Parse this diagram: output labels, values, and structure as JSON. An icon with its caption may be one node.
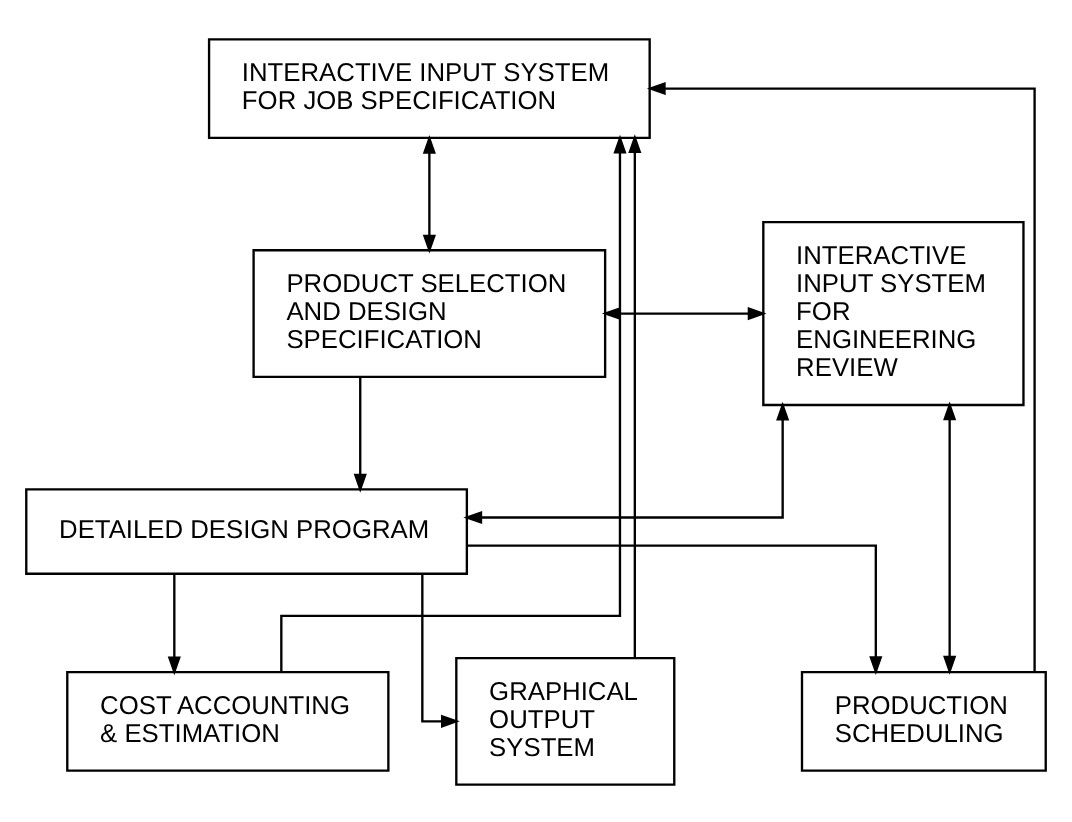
{
  "diagram": {
    "nodes": [
      {
        "text": [
          "INTERACTIVE INPUT SYSTEM FOR JOB SPECIFICATION"
        ]
      },
      {
        "text": [
          "PRODUCT SELECTION AND DESIGN SPECIFICATION"
        ]
      },
      {
        "text": [
          "INTERACTIVE INPUT SYSTEM FOR ENGINEERING REVIEW"
        ]
      },
      {
        "text": [
          "DETAILED DESIGN PROGRAM"
        ]
      },
      {
        "text": [
          "COST ACCOUNTING & ESTIMATION"
        ]
      },
      {
        "text": [
          "GRAPHICAL OUTPUT SYSTEM"
        ]
      },
      {
        "text": [
          "PRODUCTION SCHEDULING"
        ]
      }
    ],
    "edges": [
      {
        "from": 0,
        "to": 1,
        "arrow": "both"
      },
      {
        "from": 1,
        "to": 2,
        "arrow": "both"
      },
      {
        "from": 1,
        "to": 3,
        "arrow": "to"
      },
      {
        "from": 3,
        "to": 2,
        "arrow": "both"
      },
      {
        "from": 3,
        "to": 4,
        "arrow": "to"
      },
      {
        "from": 3,
        "to": 5,
        "arrow": "to"
      },
      {
        "from": 3,
        "to": 6,
        "arrow": "to"
      },
      {
        "from": 2,
        "to": 6,
        "arrow": "both"
      },
      {
        "from": 4,
        "to": 0,
        "arrow": "to"
      },
      {
        "from": 5,
        "to": 0,
        "arrow": "to"
      },
      {
        "from": 6,
        "to": 0,
        "arrow": "to"
      }
    ]
  }
}
